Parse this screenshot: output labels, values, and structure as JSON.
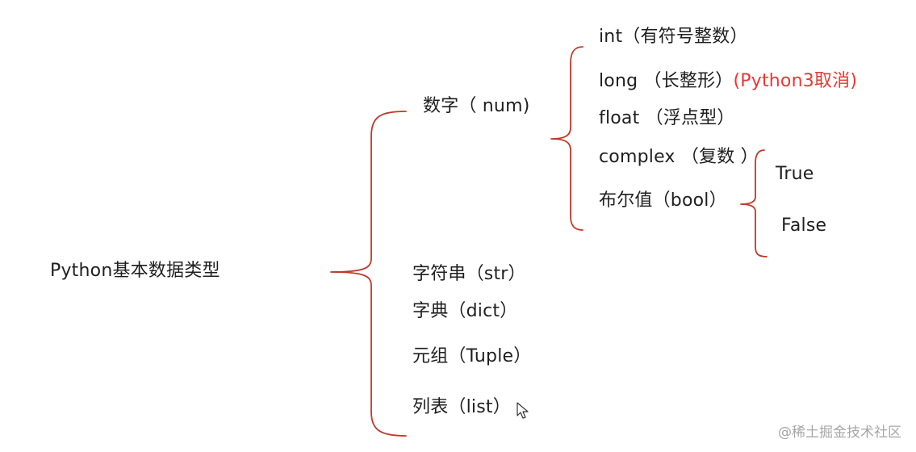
{
  "root": {
    "label": "Python基本数据类型"
  },
  "level1": {
    "num": "数字（ num)",
    "str": "字符串（str）",
    "dict": "字典（dict）",
    "tuple": "元组（Tuple）",
    "list": "列表（list）"
  },
  "num_children": {
    "int": "int（有符号整数）",
    "long": "long （长整形）",
    "long_note": "(Python3取消)",
    "float": "float （浮点型）",
    "complex": "complex （复数 ）",
    "bool": "布尔值（bool）"
  },
  "bool_children": {
    "true": "True",
    "false": "False"
  },
  "colors": {
    "bracket": "#c0392b",
    "note": "#e53935",
    "text": "#1f1f1f"
  },
  "watermark": "@稀土掘金技术社区",
  "icons": {
    "cursor": "mouse-pointer-icon"
  }
}
